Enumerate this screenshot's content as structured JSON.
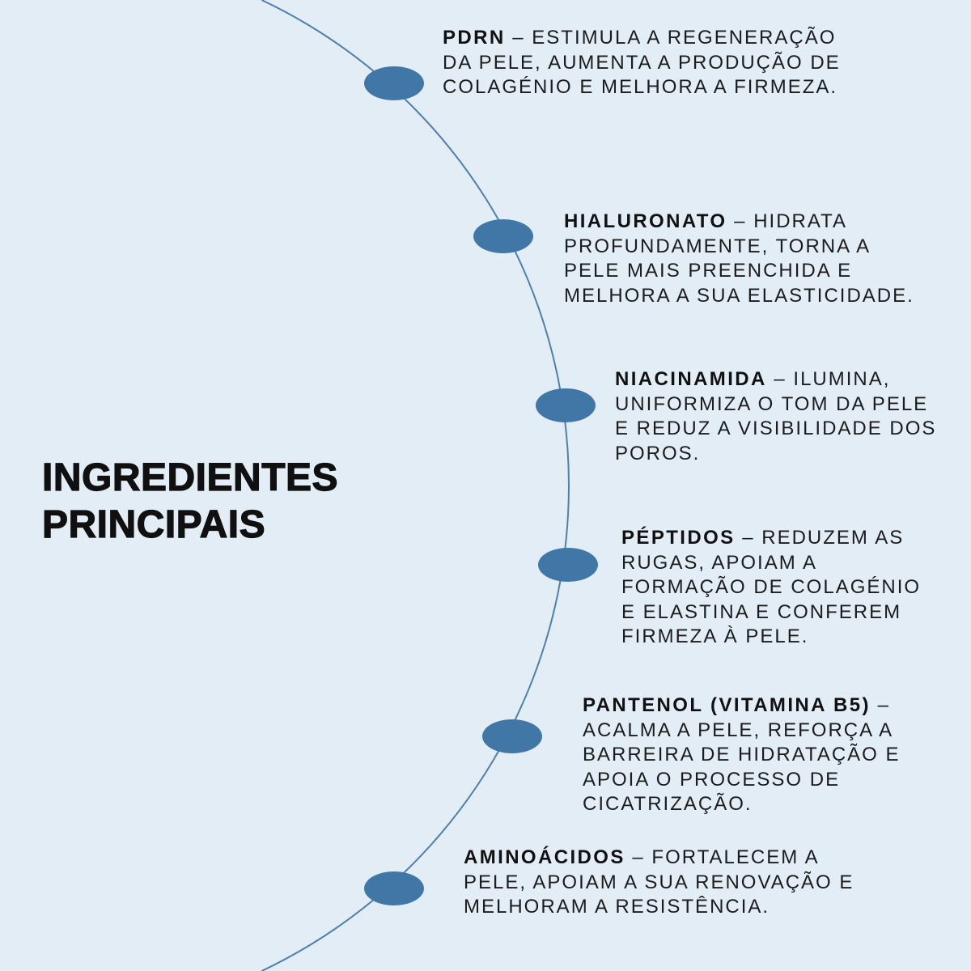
{
  "colors": {
    "background": "#e2edf6",
    "dot": "#4177a6",
    "arc": "#4d80ac",
    "body_text": "#1c1c1c",
    "title_text": "#101010"
  },
  "title": {
    "text": "INGREDIENTES\nPRINCIPAIS"
  },
  "ingredients": [
    {
      "name": "PDRN",
      "desc": " – ESTIMULA A REGENERAÇÃO\nDA PELE, AUMENTA A PRODUÇÃO DE\nCOLAGÉNIO E MELHORA A FIRMEZA."
    },
    {
      "name": "HIALURONATO",
      "desc": " – HIDRATA\nPROFUNDAMENTE, TORNA A\nPELE MAIS PREENCHIDA E\nMELHORA A SUA ELASTICIDADE."
    },
    {
      "name": "NIACINAMIDA",
      "desc": " – ILUMINA,\nUNIFORMIZA O TOM DA PELE\nE REDUZ A VISIBILIDADE DOS\nPOROS."
    },
    {
      "name": "PÉPTIDOS",
      "desc": " – REDUZEM AS\nRUGAS, APOIAM A\nFORMAÇÃO DE COLAGÉNIO\nE ELASTINA E CONFEREM\nFIRMEZA À PELE."
    },
    {
      "name": "PANTENOL (VITAMINA B5)",
      "desc": " –\nACALMA A PELE, REFORÇA A\nBARREIRA DE HIDRATAÇÃO E\nAPOIA O PROCESSO DE\nCICATRIZAÇÃO."
    },
    {
      "name": "AMINOÁCIDOS",
      "desc": " – FORTALECEM A\nPELE, APOIAM A SUA RENOVAÇÃO E\nMELHORAM A RESISTÊNCIA."
    }
  ]
}
